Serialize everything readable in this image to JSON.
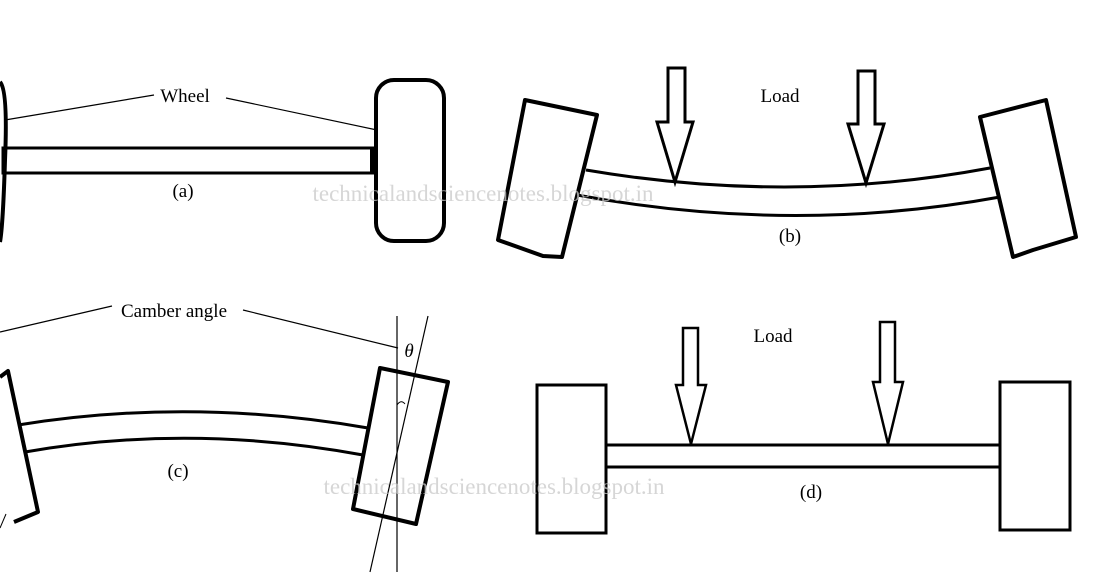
{
  "panels": {
    "a": {
      "caption": "(a)",
      "label": "Wheel"
    },
    "b": {
      "caption": "(b)",
      "label": "Load"
    },
    "c": {
      "caption": "(c)",
      "label": "Camber angle",
      "angle_symbol": "θ"
    },
    "d": {
      "caption": "(d)",
      "label": "Load"
    }
  },
  "watermark": "technicalandsciencenotes.blogspot.in",
  "colors": {
    "ink": "#000000",
    "background": "#ffffff",
    "watermark": "#c8c8c8"
  }
}
